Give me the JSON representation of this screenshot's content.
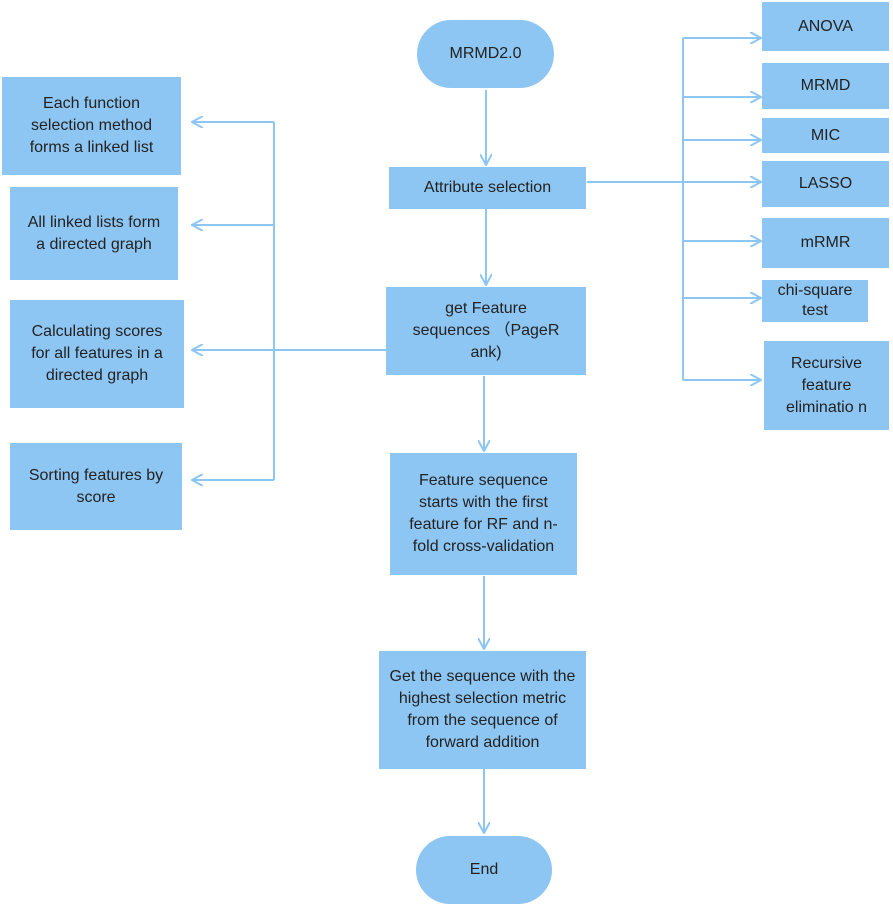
{
  "diagram": {
    "nodes": {
      "start": "MRMD2.0",
      "attr": "Attribute selection",
      "getfeat": "get Feature sequences （PageR ank)",
      "featseq": "Feature sequence starts with the first feature for RF and n-fold cross-validation",
      "getseq": "Get the sequence with the highest selection metric from the sequence of forward addition",
      "end": "End",
      "left": [
        "Each function selection method forms a linked list",
        "All linked lists form a directed graph",
        "Calculating scores for all features in a directed graph",
        "Sorting features by score"
      ],
      "right": [
        "ANOVA",
        "MRMD",
        "MIC",
        "LASSO",
        "mRMR",
        "chi-square test",
        "Recursive feature eliminatio n"
      ]
    },
    "colors": {
      "box": "#8ec6f3",
      "arrow": "#8ec6f3",
      "text": "#222222"
    }
  }
}
